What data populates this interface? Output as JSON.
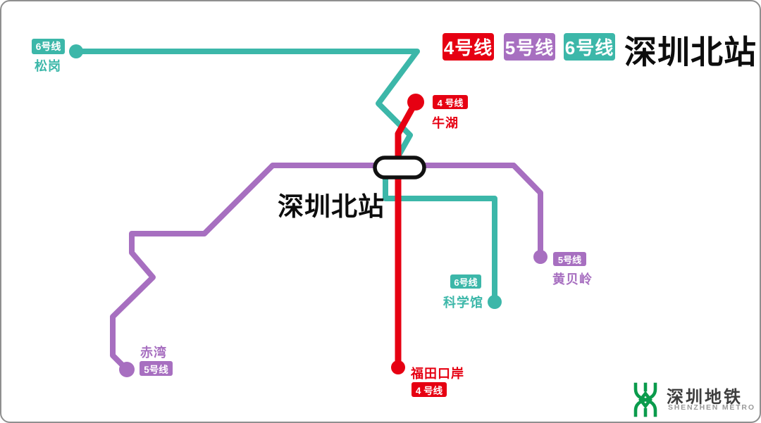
{
  "title": {
    "station_name": "深圳北站"
  },
  "legend": {
    "badges": [
      {
        "label": "4号线",
        "color": "#e60012"
      },
      {
        "label": "5号线",
        "color": "#a76fc0"
      },
      {
        "label": "6号线",
        "color": "#3cb7a9"
      }
    ]
  },
  "colors": {
    "line4": "#e60012",
    "line5": "#a76fc0",
    "line6": "#3cb7a9",
    "station_outline": "#111111"
  },
  "center_station": {
    "label": "深圳北站"
  },
  "stations": {
    "songgang": {
      "name": "松岗",
      "badge": "6号线"
    },
    "niuhu": {
      "name": "牛湖",
      "badge": "4 号线"
    },
    "kexueguan": {
      "name": "科学馆",
      "badge": "6号线"
    },
    "huangbeiling": {
      "name": "黄贝岭",
      "badge": "5号线"
    },
    "chiwan": {
      "name": "赤湾",
      "badge": "5号线"
    },
    "futiankouan": {
      "name": "福田口岸",
      "badge": "4 号线"
    }
  },
  "logo": {
    "cn": "深圳地铁",
    "en": "SHENZHEN METRO",
    "color": "#0a9b4c"
  }
}
